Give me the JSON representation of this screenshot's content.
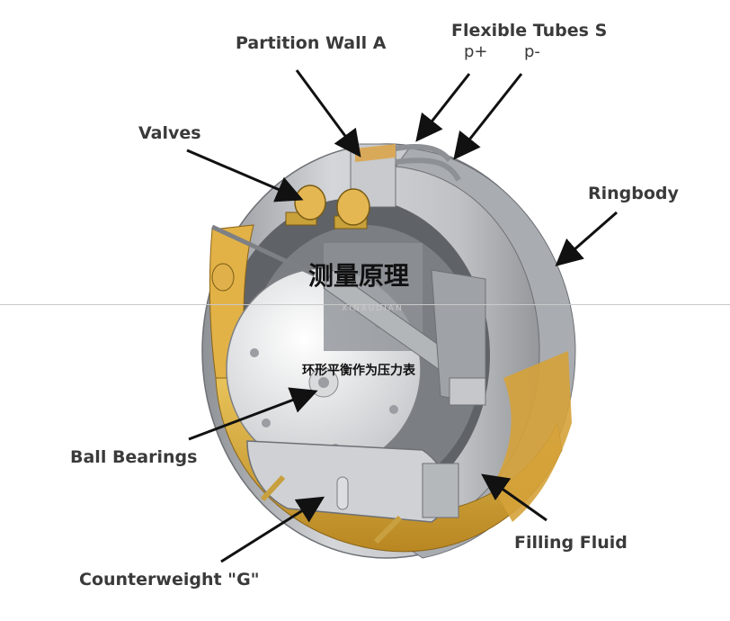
{
  "labels": {
    "partition_wall": "Partition Wall A",
    "flexible_tubes": "Flexible Tubes S",
    "p_plus": "p+",
    "p_minus": "p-",
    "valves": "Valves",
    "ringbody": "Ringbody",
    "ball_bearings": "Ball Bearings",
    "filling_fluid": "Filling Fluid",
    "counterweight": "Counterweight \"G\""
  },
  "overlay": {
    "title": "测量原理",
    "caption": "环形平衡作为压力表",
    "watermark": "XINXUDIAN"
  },
  "colors": {
    "steel": "#b9bcc0",
    "steel_dark": "#7d8085",
    "fluid": "#d9a63a",
    "label": "#3a3a3a"
  }
}
